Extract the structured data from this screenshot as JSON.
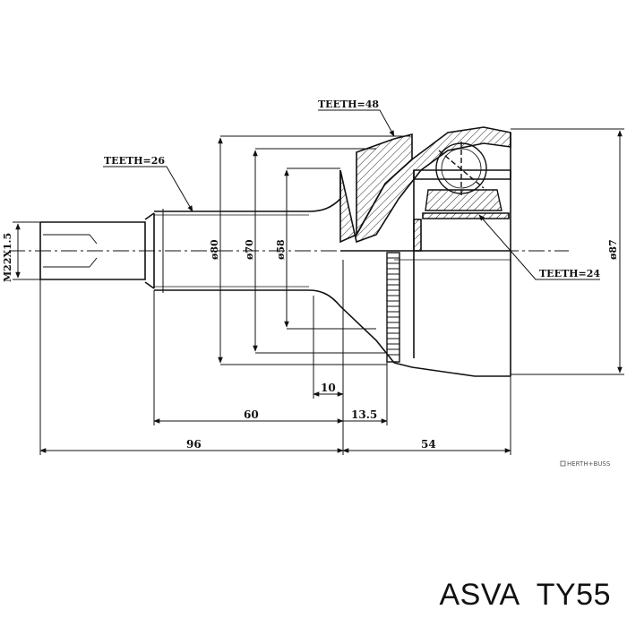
{
  "drawing": {
    "teeth_labels": {
      "outer_spline": "TEETH=26",
      "abs_ring": "TEETH=48",
      "inner_race": "TEETH=24"
    },
    "thread_label": "M22X1.5",
    "diameters": {
      "d80": "ø80",
      "d70": "ø70",
      "d58": "ø58",
      "d87": "ø87"
    },
    "lengths": {
      "l10": "10",
      "l60": "60",
      "l13_5": "13.5",
      "l96": "96",
      "l54": "54"
    },
    "watermark": "HERTH+BUSS"
  },
  "caption": {
    "brand": "ASVA",
    "part_number": "TY55"
  }
}
